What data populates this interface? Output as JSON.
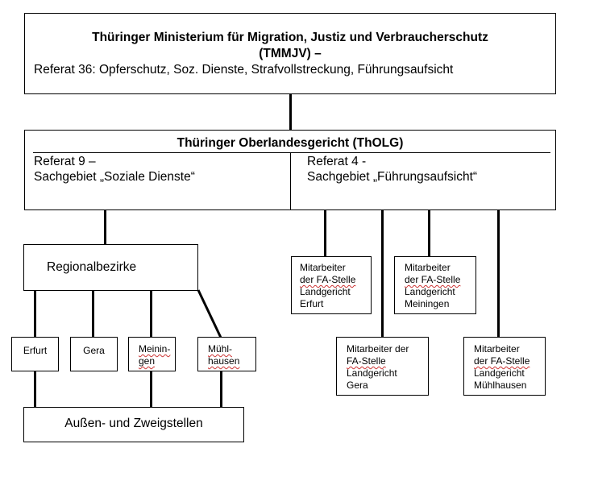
{
  "ministry": {
    "title_line1": "Thüringer Ministerium für Migration, Justiz und Verbraucherschutz",
    "title_line2": "(TMMJV) –",
    "subtitle": "Referat 36: Opferschutz, Soz. Dienste, Strafvollstreckung, Führungsaufsicht"
  },
  "olg": {
    "title": "Thüringer Oberlandesgericht (ThOLG)",
    "left_line1": "Referat 9 –",
    "left_line2": "Sachgebiet „Soziale Dienste“",
    "right_line1": "Referat 4 -",
    "right_line2": "Sachgebiet „Führungsaufsicht“"
  },
  "regional": {
    "title": "Regionalbezirke",
    "districts": [
      {
        "line1": "Erfurt",
        "line2": ""
      },
      {
        "line1": "Gera",
        "line2": ""
      },
      {
        "line1": "Meinin-",
        "line2": "gen"
      },
      {
        "line1": "Mühl-",
        "line2": "hausen"
      }
    ]
  },
  "branches": "Außen- und Zweigstellen",
  "fa_stellen": {
    "erfurt": [
      "Mitarbeiter",
      "der FA-Stelle",
      "Landgericht",
      "Erfurt"
    ],
    "meiningen": [
      "Mitarbeiter",
      "der FA-Stelle",
      "Landgericht",
      "Meiningen"
    ],
    "gera": [
      "Mitarbeiter der",
      "FA-Stelle",
      "Landgericht",
      "Gera"
    ],
    "muehlhausen": [
      "Mitarbeiter",
      "der FA-Stelle",
      "Landgericht",
      "Mühlhausen"
    ]
  }
}
